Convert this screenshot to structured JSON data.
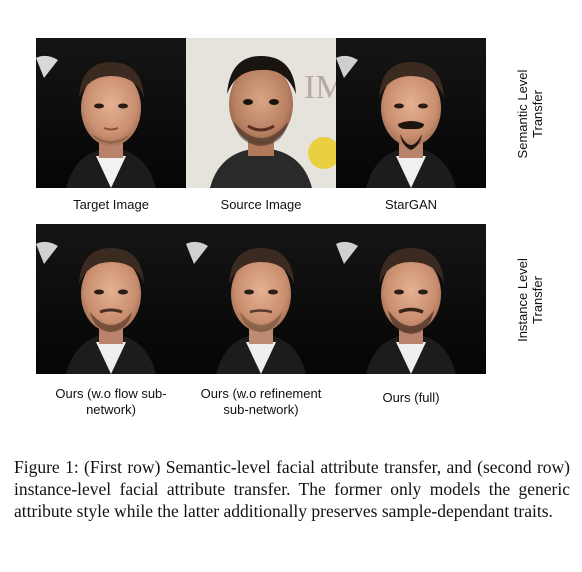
{
  "figure": {
    "panels": [
      {
        "caption": "Target Image",
        "variant": "target"
      },
      {
        "caption": "Source Image",
        "variant": "source"
      },
      {
        "caption": "StarGAN",
        "variant": "stargan"
      },
      {
        "caption_lines": [
          "Ours (w.o flow sub-",
          "network)"
        ],
        "variant": "flow"
      },
      {
        "caption_lines": [
          "Ours (w.o refinement",
          "sub-network)"
        ],
        "variant": "refine"
      },
      {
        "caption": "Ours (full)",
        "variant": "full"
      }
    ],
    "row_labels": [
      {
        "lines": [
          "Semantic Level",
          "Transfer"
        ]
      },
      {
        "lines": [
          "Instance Level",
          "Transfer"
        ]
      }
    ],
    "caption_text": "Figure 1: (First row) Semantic-level facial attribute transfer, and (second row) instance-level facial attribute transfer. The former only models the generic attribute style while the latter additionally preserves sample-dependant traits."
  }
}
